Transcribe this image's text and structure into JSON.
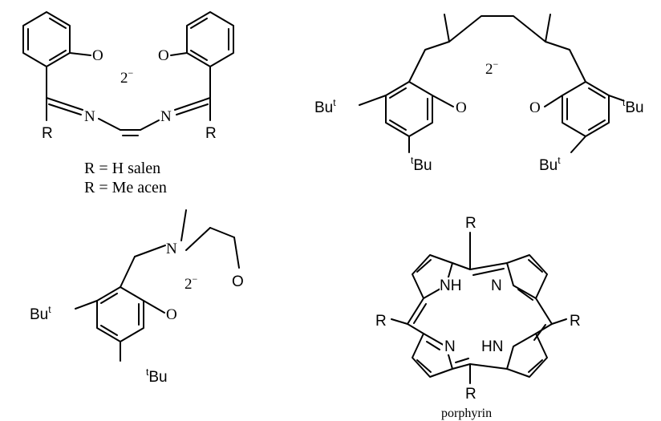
{
  "structures": {
    "salen": {
      "o_left": "O",
      "o_right": "O",
      "n_left": "N",
      "n_right": "N",
      "r_left": "R",
      "r_right": "R",
      "charge": "2",
      "charge_sign": "−",
      "caption_line1": "R = H salen",
      "caption_line2": "R = Me acen"
    },
    "bisphenolate": {
      "o_left": "O",
      "o_right": "O",
      "charge": "2",
      "charge_sign": "−",
      "but_left": "Bu",
      "but_left_sup": "t",
      "but_right_sup": "t",
      "but_right": "Bu",
      "but_bottom_left_sup": "t",
      "but_bottom_left": "Bu",
      "but_bottom_right": "Bu",
      "but_bottom_right_sup": "t"
    },
    "aminophenolate": {
      "n": "N",
      "o_alkoxide": "O",
      "o_phenol": "O",
      "charge": "2",
      "charge_sign": "−",
      "but_left": "Bu",
      "but_left_sup": "t",
      "but_bottom_sup": "t",
      "but_bottom": "Bu"
    },
    "porphyrin": {
      "r_top": "R",
      "r_left": "R",
      "r_right": "R",
      "r_bottom": "R",
      "nh_top": "NH",
      "n_top": "N",
      "n_bottom": "N",
      "hn_bottom": "HN",
      "caption": "porphyrin"
    }
  }
}
